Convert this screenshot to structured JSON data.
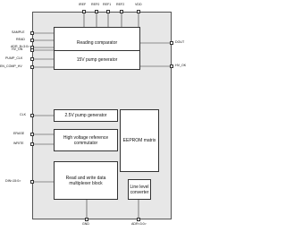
{
  "top_pins": [
    "IREF",
    "REF0",
    "REF1",
    "REF2",
    "VDD"
  ],
  "left_pins": [
    "SAMPLE",
    "READ",
    "ADR_B<3:0>",
    "HV_ON",
    "PUMP_CLK",
    "EN_COMP_HV",
    "CLK",
    "ERASE",
    "WRITE",
    "DIN<15:0>"
  ],
  "right_pins": [
    "DOUT",
    "HV_OK"
  ],
  "bottom_pins": [
    "GND",
    "ADR<3:0>"
  ],
  "blocks": {
    "reading_comparator": "Reading comparator",
    "pump_15v": "15V pump generator",
    "pump_2_5v": "2.5V pump generator",
    "hv_commutator": "High voltage reference commutator",
    "eeprom_matrix": "EEPROM matrix",
    "rw_mux": "Read and write data multiplexer block",
    "line_level": "Line level converter"
  }
}
